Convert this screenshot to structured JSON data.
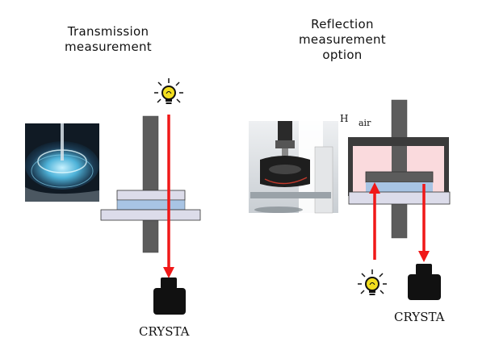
{
  "left_panel": {
    "title_lines": [
      "Transmission",
      "measurement"
    ],
    "camera_label": "CRYSTA"
  },
  "right_panel": {
    "title_lines": [
      "Reflection",
      "measurement",
      "option"
    ],
    "h_label": "H",
    "air_label": "air",
    "camera_label": "CRYSTA"
  },
  "colors": {
    "beam": "#f01818",
    "post": "#5c5c5c",
    "plate": "#d8dae6",
    "sample_film": "#a8c4e4",
    "chamber_fill": "#fadadd",
    "camera": "#111111",
    "bulb": "#f2de1e"
  },
  "icons": [
    "light-bulb-icon",
    "camera-icon",
    "microscope-photo",
    "lens-photo"
  ]
}
